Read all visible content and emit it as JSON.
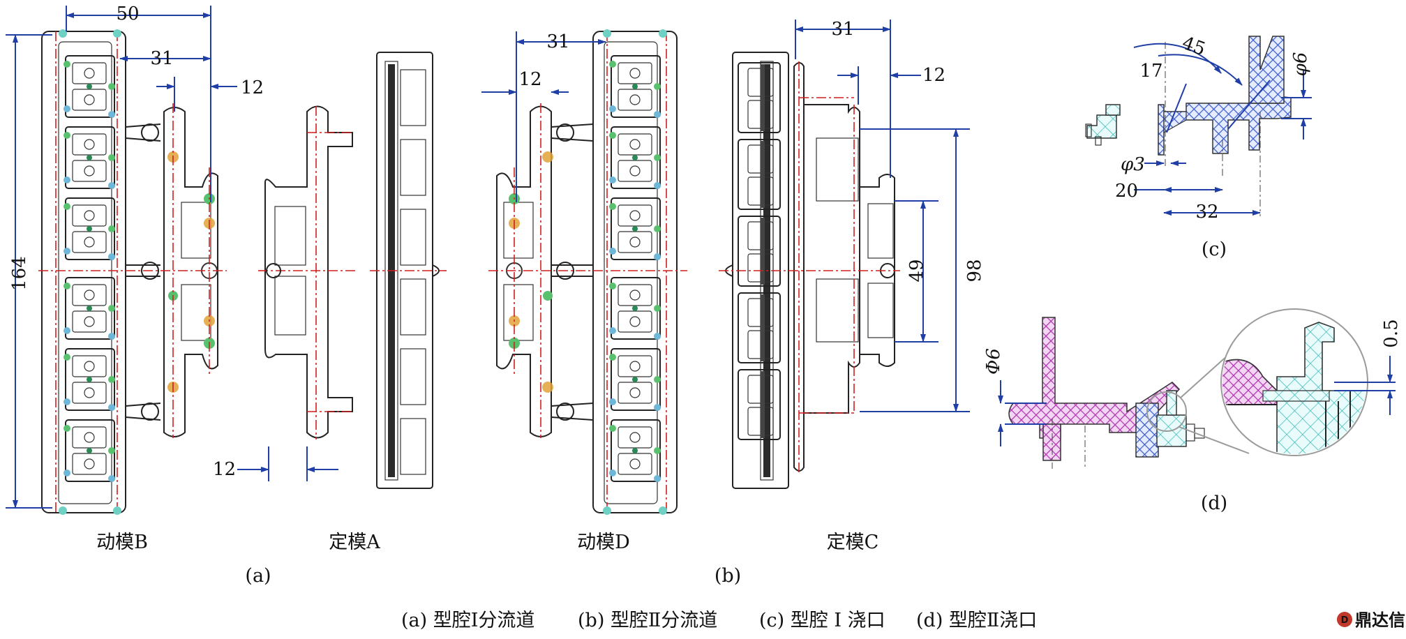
{
  "dims": {
    "d50": "50",
    "d31": "31",
    "d12": "12",
    "d164": "164",
    "d49": "49",
    "d98": "98",
    "d45": "45",
    "d17": "17",
    "d3": "φ3",
    "d20": "20",
    "d32": "32",
    "d6c": "φ6",
    "d6d": "Φ6",
    "d05": "0.5"
  },
  "labels": {
    "moldB": "动模B",
    "moldA": "定模A",
    "moldD": "动模D",
    "moldC": "定模C",
    "a": "(a)",
    "b": "(b)",
    "c": "(c)",
    "d": "(d)"
  },
  "caption": {
    "a": "(a) 型腔Ⅰ分流道",
    "b": "(b) 型腔Ⅱ分流道",
    "c": "(c) 型腔 Ⅰ 浇口",
    "d": "(d) 型腔Ⅱ浇口"
  },
  "watermark": "鼎达信",
  "colors": {
    "dimension": "#1f3fa6",
    "centerline": "#d21e1e",
    "hatchBlue": "#3b5ccc",
    "hatchCyan": "#35b8b8",
    "hatchMagenta": "#b03ab0"
  }
}
